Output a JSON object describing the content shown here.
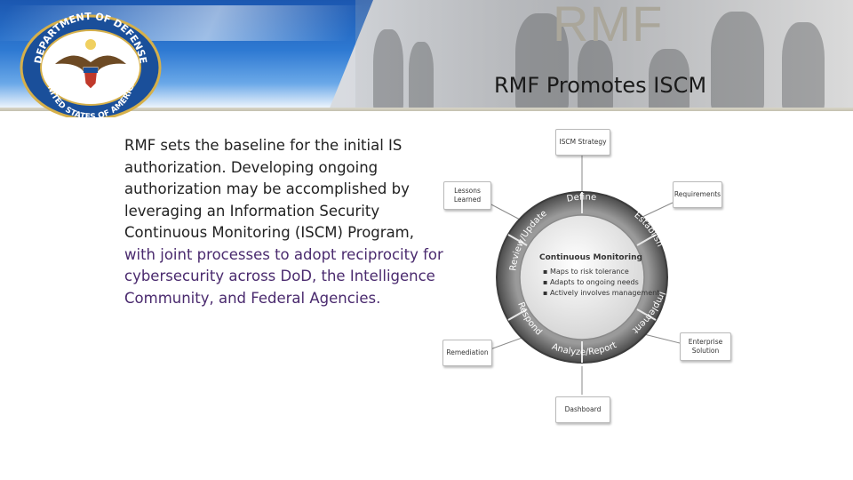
{
  "header": {
    "title": "RMF",
    "subtitle": "RMF Promotes ISCM",
    "seal": {
      "label": "DoD seal",
      "top_text": "DEPARTMENT OF DEFENSE",
      "bottom_text": "UNITED STATES OF AMERICA"
    }
  },
  "body": {
    "text_plain": "RMF sets the baseline for the initial IS authorization.  Developing ongoing authorization may be accomplished by leveraging an Information Security Continuous Monitoring (ISCM) Program,",
    "text_accent": " with joint processes to adopt reciprocity for cybersecurity across DoD, the Intelligence Community, and Federal Agencies."
  },
  "diagram": {
    "boxes": {
      "iscm_strategy": "ISCM Strategy",
      "requirements": "Requirements",
      "lessons_learned": "Lessons Learned",
      "remediation": "Remediation",
      "enterprise_solution": "Enterprise Solution",
      "dashboard": "Dashboard"
    },
    "ring": {
      "define": "Define",
      "establish": "Establish",
      "implement": "Implement",
      "analyze_report": "Analyze/Report",
      "respond": "Respond",
      "review_update": "Review/Update"
    },
    "center": {
      "title": "Continuous Monitoring",
      "bullets": [
        "Maps to risk tolerance",
        "Adapts to ongoing needs",
        "Actively involves management"
      ]
    }
  },
  "colors": {
    "swoosh_blue": "#1b57b0",
    "accent_text": "#4a2a6e",
    "ring_dark": "#5c5c5c",
    "ring_light": "#d0d0d0"
  }
}
